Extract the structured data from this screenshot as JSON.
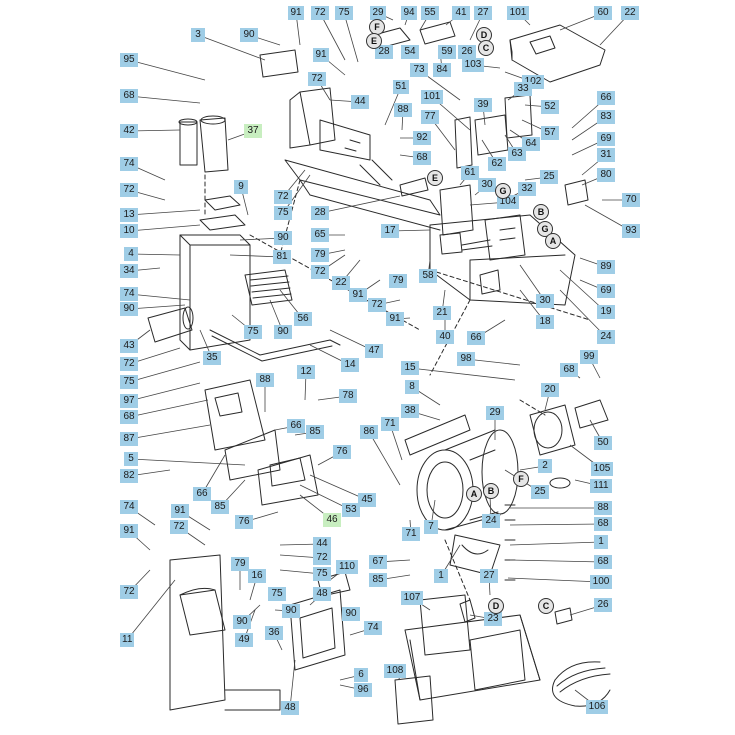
{
  "title": "",
  "colors": {
    "callout": "#9fcde6",
    "callout_highlight": "#c8eec0",
    "line": "#2a2a2a",
    "leader": "#444444"
  },
  "callouts": [
    {
      "id": "c1",
      "text": "91"
    },
    {
      "id": "c2",
      "text": "72"
    },
    {
      "id": "c3",
      "text": "75"
    },
    {
      "id": "c4",
      "text": "29"
    },
    {
      "id": "c5",
      "text": "94"
    },
    {
      "id": "c6",
      "text": "55"
    },
    {
      "id": "c7",
      "text": "41"
    },
    {
      "id": "c8",
      "text": "27"
    },
    {
      "id": "c9",
      "text": "101"
    },
    {
      "id": "c10",
      "text": "60"
    },
    {
      "id": "c11",
      "text": "22"
    },
    {
      "id": "c12",
      "text": "3"
    },
    {
      "id": "c13",
      "text": "90"
    },
    {
      "id": "c14",
      "text": "54"
    },
    {
      "id": "c15",
      "text": "26"
    },
    {
      "id": "c16",
      "text": "59"
    },
    {
      "id": "c17",
      "text": "95"
    },
    {
      "id": "c18",
      "text": "91"
    },
    {
      "id": "c19",
      "text": "28"
    },
    {
      "id": "c20",
      "text": "103"
    },
    {
      "id": "c21",
      "text": "84"
    },
    {
      "id": "c22",
      "text": "73"
    },
    {
      "id": "c23",
      "text": "102"
    },
    {
      "id": "c24",
      "text": "68"
    },
    {
      "id": "c25",
      "text": "72"
    },
    {
      "id": "c26",
      "text": "51"
    },
    {
      "id": "c27",
      "text": "44"
    },
    {
      "id": "c28",
      "text": "101"
    },
    {
      "id": "c29",
      "text": "33"
    },
    {
      "id": "c30",
      "text": "39"
    },
    {
      "id": "c31",
      "text": "52"
    },
    {
      "id": "c32",
      "text": "66"
    },
    {
      "id": "c33",
      "text": "88"
    },
    {
      "id": "c34",
      "text": "42"
    },
    {
      "id": "c35",
      "text": "37",
      "highlight": true
    },
    {
      "id": "c36",
      "text": "77"
    },
    {
      "id": "c37",
      "text": "57"
    },
    {
      "id": "c38",
      "text": "83"
    },
    {
      "id": "c39",
      "text": "92"
    },
    {
      "id": "c40",
      "text": "64"
    },
    {
      "id": "c41",
      "text": "69"
    },
    {
      "id": "c42",
      "text": "63"
    },
    {
      "id": "c43",
      "text": "68"
    },
    {
      "id": "c44",
      "text": "62"
    },
    {
      "id": "c45",
      "text": "31"
    },
    {
      "id": "c46",
      "text": "74"
    },
    {
      "id": "c47",
      "text": "61"
    },
    {
      "id": "c48",
      "text": "25"
    },
    {
      "id": "c49",
      "text": "80"
    },
    {
      "id": "c50",
      "text": "72"
    },
    {
      "id": "c51",
      "text": "9"
    },
    {
      "id": "c52",
      "text": "30"
    },
    {
      "id": "c53",
      "text": "32"
    },
    {
      "id": "c54",
      "text": "70"
    },
    {
      "id": "c55",
      "text": "72"
    },
    {
      "id": "c56",
      "text": "104"
    },
    {
      "id": "c57",
      "text": "13"
    },
    {
      "id": "c58",
      "text": "75"
    },
    {
      "id": "c59",
      "text": "28"
    },
    {
      "id": "c60",
      "text": "10"
    },
    {
      "id": "c61",
      "text": "17"
    },
    {
      "id": "c62",
      "text": "93"
    },
    {
      "id": "c63",
      "text": "65"
    },
    {
      "id": "c64",
      "text": "90"
    },
    {
      "id": "c65",
      "text": "4"
    },
    {
      "id": "c66",
      "text": "79"
    },
    {
      "id": "c67",
      "text": "81"
    },
    {
      "id": "c68",
      "text": "22"
    },
    {
      "id": "c69",
      "text": "72"
    },
    {
      "id": "c70",
      "text": "89"
    },
    {
      "id": "c71",
      "text": "34"
    },
    {
      "id": "c72",
      "text": "79"
    },
    {
      "id": "c73",
      "text": "58"
    },
    {
      "id": "c74",
      "text": "91"
    },
    {
      "id": "c75",
      "text": "74"
    },
    {
      "id": "c76",
      "text": "72"
    },
    {
      "id": "c77",
      "text": "69"
    },
    {
      "id": "c78",
      "text": "90"
    },
    {
      "id": "c79",
      "text": "30"
    },
    {
      "id": "c80",
      "text": "91"
    },
    {
      "id": "c81",
      "text": "21"
    },
    {
      "id": "c82",
      "text": "19"
    },
    {
      "id": "c83",
      "text": "18"
    },
    {
      "id": "c84",
      "text": "56"
    },
    {
      "id": "c85",
      "text": "75"
    },
    {
      "id": "c86",
      "text": "90"
    },
    {
      "id": "c87",
      "text": "43"
    },
    {
      "id": "c88",
      "text": "40"
    },
    {
      "id": "c89",
      "text": "66"
    },
    {
      "id": "c90",
      "text": "24"
    },
    {
      "id": "c91",
      "text": "72"
    },
    {
      "id": "c92",
      "text": "35"
    },
    {
      "id": "c93",
      "text": "47"
    },
    {
      "id": "c94",
      "text": "75"
    },
    {
      "id": "c95",
      "text": "14"
    },
    {
      "id": "c96",
      "text": "98"
    },
    {
      "id": "c97",
      "text": "99"
    },
    {
      "id": "c98",
      "text": "12"
    },
    {
      "id": "c99",
      "text": "15"
    },
    {
      "id": "c100",
      "text": "68"
    },
    {
      "id": "c101",
      "text": "88"
    },
    {
      "id": "c102",
      "text": "97"
    },
    {
      "id": "c103",
      "text": "8"
    },
    {
      "id": "c104",
      "text": "78"
    },
    {
      "id": "c105",
      "text": "20"
    },
    {
      "id": "c106",
      "text": "68"
    },
    {
      "id": "c107",
      "text": "38"
    },
    {
      "id": "c108",
      "text": "29"
    },
    {
      "id": "c109",
      "text": "87"
    },
    {
      "id": "c110",
      "text": "66"
    },
    {
      "id": "c111",
      "text": "85"
    },
    {
      "id": "c112",
      "text": "86"
    },
    {
      "id": "c113",
      "text": "71"
    },
    {
      "id": "c114",
      "text": "5"
    },
    {
      "id": "c115",
      "text": "76"
    },
    {
      "id": "c116",
      "text": "50"
    },
    {
      "id": "c117",
      "text": "105"
    },
    {
      "id": "c118",
      "text": "82"
    },
    {
      "id": "c119",
      "text": "2"
    },
    {
      "id": "c120",
      "text": "111"
    },
    {
      "id": "c121",
      "text": "66"
    },
    {
      "id": "c122",
      "text": "45"
    },
    {
      "id": "c123",
      "text": "25"
    },
    {
      "id": "c124",
      "text": "85"
    },
    {
      "id": "c125",
      "text": "53"
    },
    {
      "id": "c126",
      "text": "88"
    },
    {
      "id": "c127",
      "text": "74"
    },
    {
      "id": "c128",
      "text": "76"
    },
    {
      "id": "c129",
      "text": "46",
      "highlight": true
    },
    {
      "id": "c130",
      "text": "91"
    },
    {
      "id": "c131",
      "text": "24"
    },
    {
      "id": "c132",
      "text": "68"
    },
    {
      "id": "c133",
      "text": "91"
    },
    {
      "id": "c134",
      "text": "72"
    },
    {
      "id": "c135",
      "text": "7"
    },
    {
      "id": "c136",
      "text": "71"
    },
    {
      "id": "c137",
      "text": "1"
    },
    {
      "id": "c138",
      "text": "44"
    },
    {
      "id": "c139",
      "text": "72"
    },
    {
      "id": "c140",
      "text": "67"
    },
    {
      "id": "c141",
      "text": "68"
    },
    {
      "id": "c142",
      "text": "75"
    },
    {
      "id": "c143",
      "text": "79"
    },
    {
      "id": "c144",
      "text": "110"
    },
    {
      "id": "c145",
      "text": "85"
    },
    {
      "id": "c146",
      "text": "100"
    },
    {
      "id": "c147",
      "text": "72"
    },
    {
      "id": "c148",
      "text": "16"
    },
    {
      "id": "c149",
      "text": "1"
    },
    {
      "id": "c150",
      "text": "27"
    },
    {
      "id": "c151",
      "text": "75"
    },
    {
      "id": "c152",
      "text": "48"
    },
    {
      "id": "c153",
      "text": "90"
    },
    {
      "id": "c154",
      "text": "107"
    },
    {
      "id": "c155",
      "text": "26"
    },
    {
      "id": "c156",
      "text": "90"
    },
    {
      "id": "c157",
      "text": "90"
    },
    {
      "id": "c158",
      "text": "23"
    },
    {
      "id": "c159",
      "text": "74"
    },
    {
      "id": "c160",
      "text": "49"
    },
    {
      "id": "c161",
      "text": "11"
    },
    {
      "id": "c162",
      "text": "36"
    },
    {
      "id": "c163",
      "text": "6"
    },
    {
      "id": "c164",
      "text": "108"
    },
    {
      "id": "c165",
      "text": "96"
    },
    {
      "id": "c166",
      "text": "48"
    },
    {
      "id": "c167",
      "text": "106"
    }
  ],
  "letters": [
    {
      "id": "l1",
      "text": "F"
    },
    {
      "id": "l2",
      "text": "E"
    },
    {
      "id": "l3",
      "text": "D"
    },
    {
      "id": "l4",
      "text": "C"
    },
    {
      "id": "l5",
      "text": "E"
    },
    {
      "id": "l6",
      "text": "G"
    },
    {
      "id": "l7",
      "text": "B"
    },
    {
      "id": "l8",
      "text": "G"
    },
    {
      "id": "l9",
      "text": "A"
    },
    {
      "id": "l10",
      "text": "A"
    },
    {
      "id": "l11",
      "text": "B"
    },
    {
      "id": "l12",
      "text": "F"
    },
    {
      "id": "l13",
      "text": "D"
    },
    {
      "id": "l14",
      "text": "C"
    }
  ]
}
